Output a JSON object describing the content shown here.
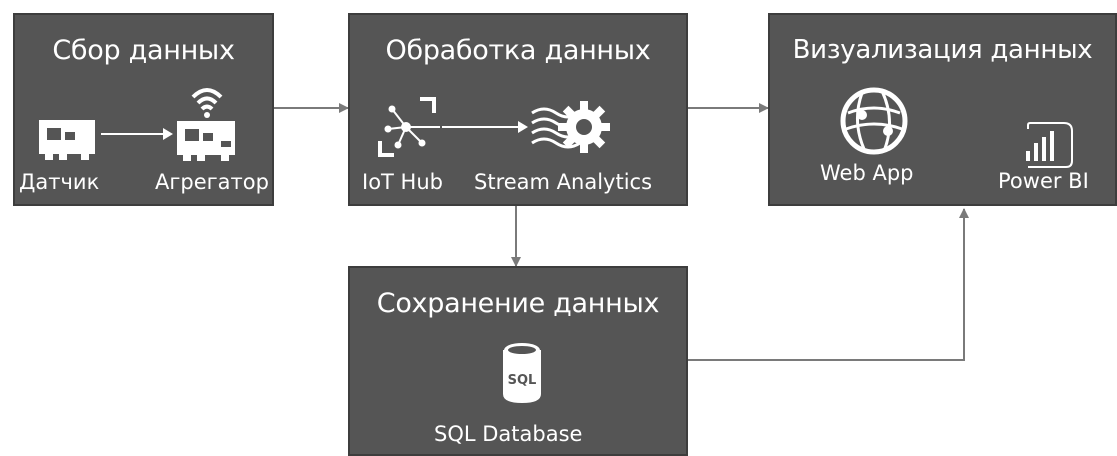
{
  "diagram": {
    "blocks": {
      "collect": {
        "title": "Сбор данных",
        "items": [
          {
            "label": "Датчик",
            "icon": "sensor-board-icon"
          },
          {
            "label": "Агрегатор",
            "icon": "wifi-aggregator-icon"
          }
        ]
      },
      "process": {
        "title": "Обработка данных",
        "items": [
          {
            "label": "IoT Hub",
            "icon": "iot-hub-icon"
          },
          {
            "label": "Stream Analytics",
            "icon": "stream-analytics-icon"
          }
        ]
      },
      "visualize": {
        "title": "Визуализация данных",
        "items": [
          {
            "label": "Web App",
            "icon": "web-app-globe-icon"
          },
          {
            "label": "Power BI",
            "icon": "power-bi-icon"
          }
        ]
      },
      "store": {
        "title": "Сохранение данных",
        "items": [
          {
            "label": "SQL Database",
            "icon": "sql-database-icon",
            "icon_text": "SQL"
          }
        ]
      }
    },
    "colors": {
      "block_fill": "#555555",
      "block_border": "#3d3d3d",
      "text": "#ffffff",
      "arrow": "#7a7a7a"
    }
  }
}
